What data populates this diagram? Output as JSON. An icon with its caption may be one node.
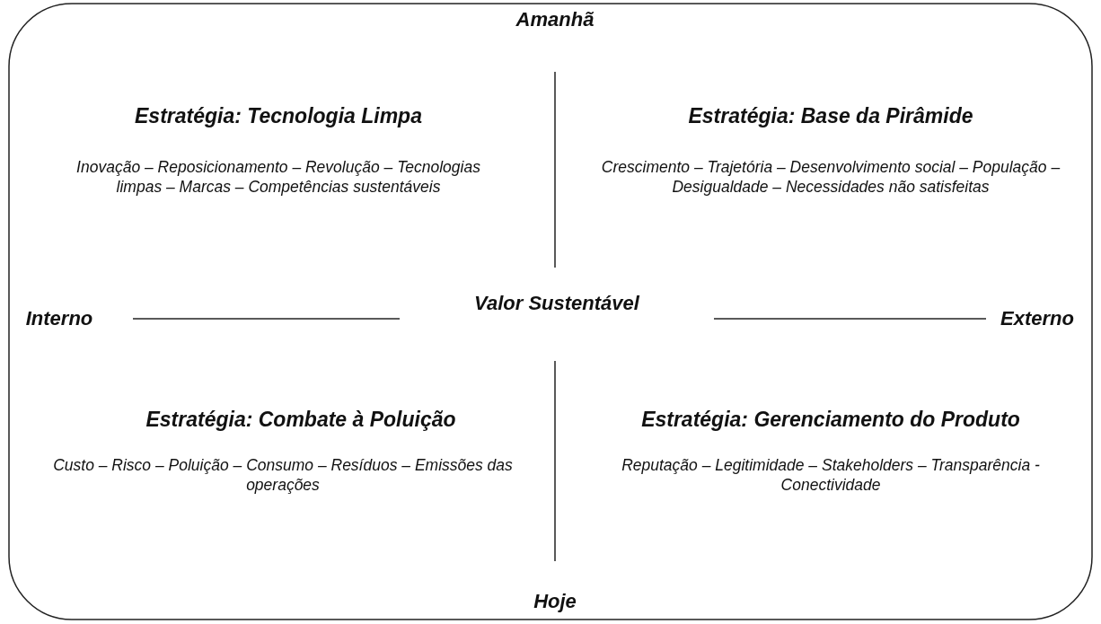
{
  "diagram": {
    "labels": [
      "Amanhã",
      "Estratégia: Tecnologia Limpa",
      "Estratégia: Base da Pirâmide",
      "Inovação – Reposicionamento – Revolução – Tecnologias limpas – Marcas – Competências sustentáveis",
      "Crescimento – Trajetória – Desenvolvimento social – População – Desigualdade – Necessidades não satisfeitas",
      "Interno",
      "Valor Sustentável",
      "Externo",
      "Estratégia: Combate à Poluição",
      "Estratégia: Gerenciamento do Produto",
      "Custo – Risco – Poluição – Consumo – Resíduos – Emissões das operações",
      "Reputação – Legitimidade – Stakeholders – Transparência - Conectividade",
      "Hoje"
    ]
  }
}
